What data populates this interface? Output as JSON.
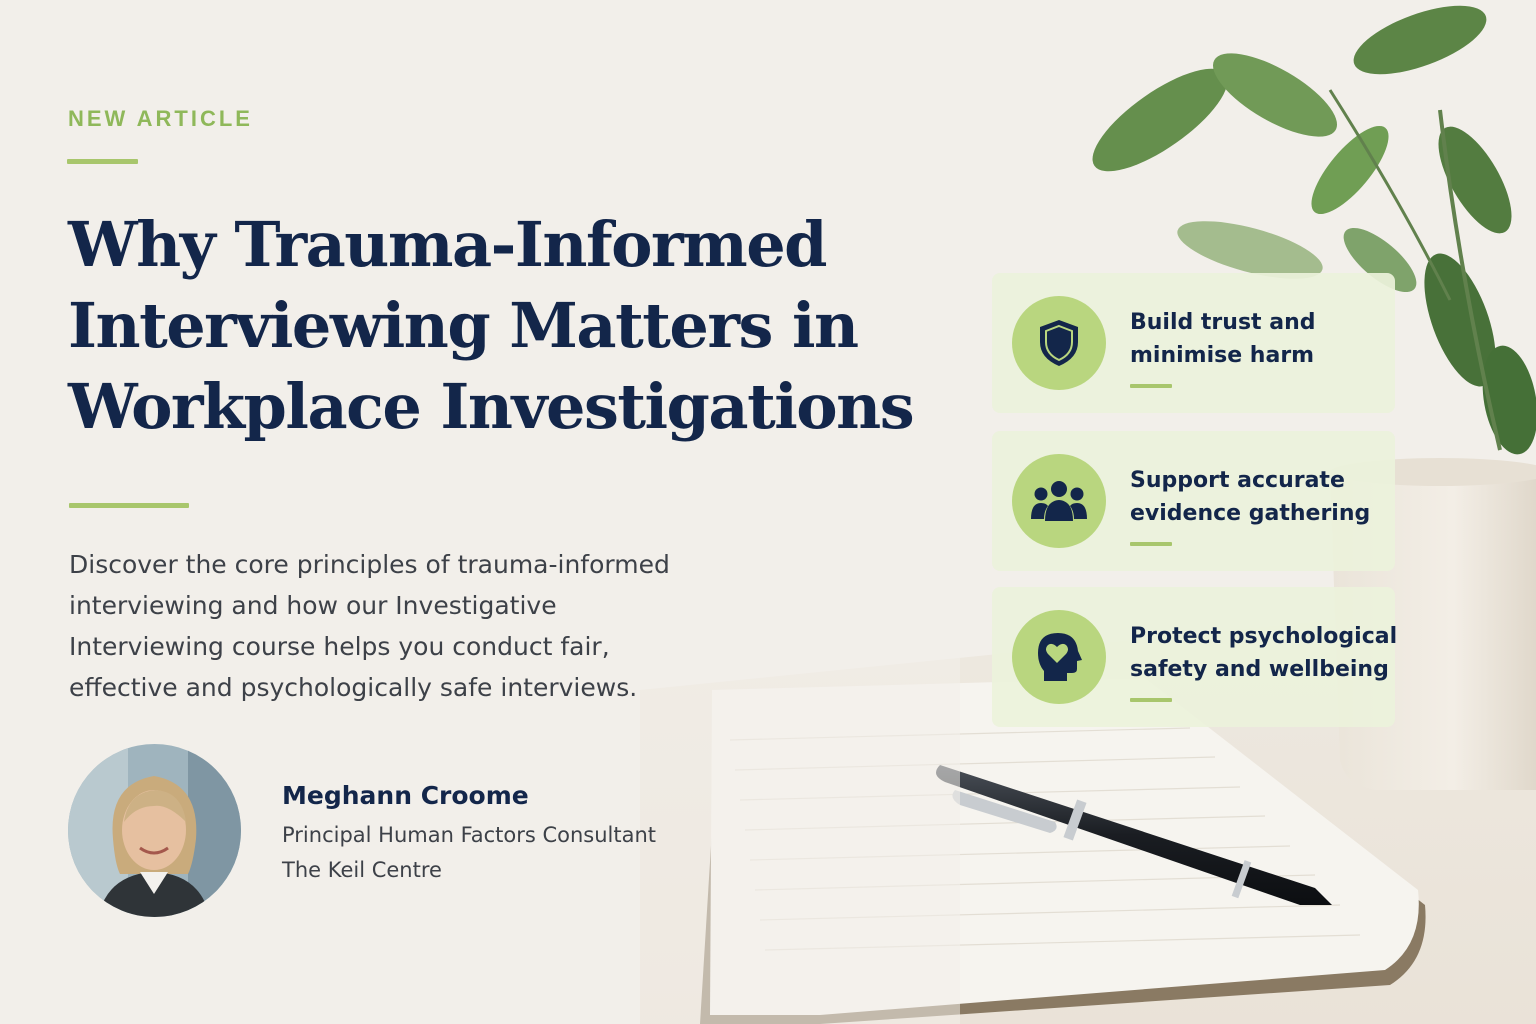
{
  "eyebrow": "NEW ARTICLE",
  "headline": {
    "line1": "Why Trauma-Informed",
    "line2": "Interviewing Matters in",
    "line3": "Workplace Investigations"
  },
  "intro": {
    "line1": "Discover the core principles of trauma-informed",
    "line2": "interviewing and how our Investigative",
    "line3": "Interviewing course helps you conduct fair,",
    "line4": "effective and psychologically safe interviews."
  },
  "author": {
    "name": "Meghann Croome",
    "role": "Principal Human Factors Consultant",
    "organisation": "The Keil Centre"
  },
  "benefits": [
    {
      "icon": "shield-icon",
      "line1": "Build trust and",
      "line2": "minimise harm"
    },
    {
      "icon": "people-group-icon",
      "line1": "Support accurate",
      "line2": "evidence gathering"
    },
    {
      "icon": "head-heart-icon",
      "line1": "Protect psychological",
      "line2": "safety and wellbeing"
    }
  ],
  "colors": {
    "navy": "#13264a",
    "accent_green": "#a8c66c",
    "icon_circle": "#b9d67f",
    "card_background": "#ecf2db",
    "background": "#f1eee8"
  }
}
